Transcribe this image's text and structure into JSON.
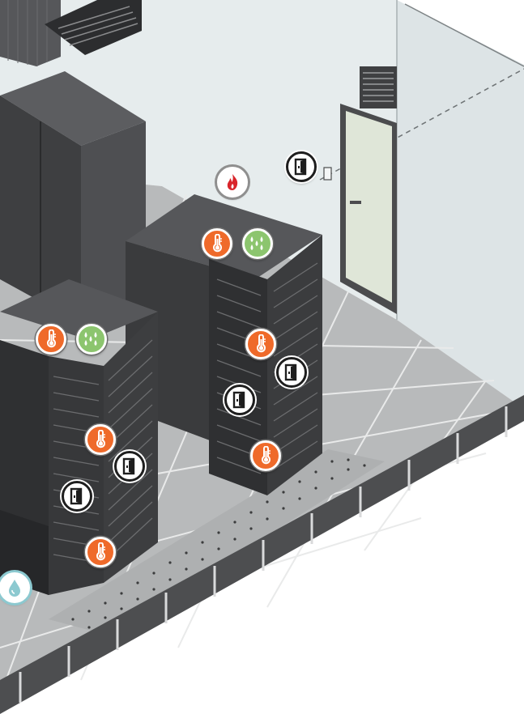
{
  "colors": {
    "wall": "#e6eced",
    "floor": "#b7b9ba",
    "rack": "#4a4b4d",
    "temperature_sensor": "#ef6a2a",
    "humidity_sensor": "#8cc56e",
    "leak_sensor": "#8cc9d0",
    "door_sensor": "#1e1e1e",
    "fire_sensor": "#d9252b"
  },
  "sensors": [
    {
      "type": "fire",
      "icon": "flame-icon"
    },
    {
      "type": "door",
      "icon": "door-icon"
    },
    {
      "type": "temperature",
      "icon": "thermometer-icon"
    },
    {
      "type": "humidity",
      "icon": "water-drops-icon"
    },
    {
      "type": "temperature",
      "icon": "thermometer-icon"
    },
    {
      "type": "humidity",
      "icon": "water-drops-icon"
    },
    {
      "type": "temperature",
      "icon": "thermometer-icon"
    },
    {
      "type": "door",
      "icon": "door-icon"
    },
    {
      "type": "door",
      "icon": "door-icon"
    },
    {
      "type": "temperature",
      "icon": "thermometer-icon"
    },
    {
      "type": "temperature",
      "icon": "thermometer-icon"
    },
    {
      "type": "door",
      "icon": "door-icon"
    },
    {
      "type": "door",
      "icon": "door-icon"
    },
    {
      "type": "temperature",
      "icon": "thermometer-icon"
    },
    {
      "type": "leak",
      "icon": "water-drop-icon"
    }
  ]
}
